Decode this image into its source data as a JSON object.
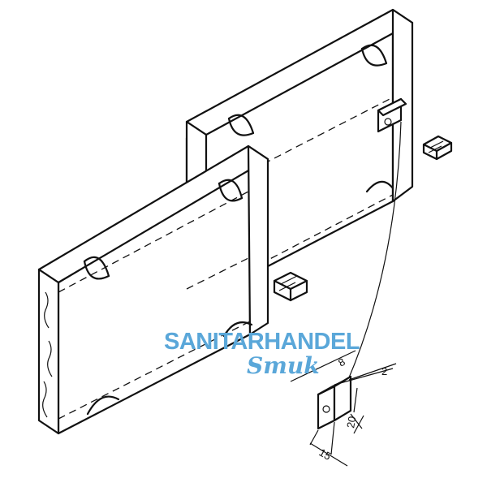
{
  "watermark": {
    "line1": "SANITARHANDEL",
    "line2": "Smuk",
    "color": "#5aa7d9"
  },
  "dimensions": {
    "top_offset": "2",
    "height": "20",
    "width": "15",
    "depth": "8"
  }
}
